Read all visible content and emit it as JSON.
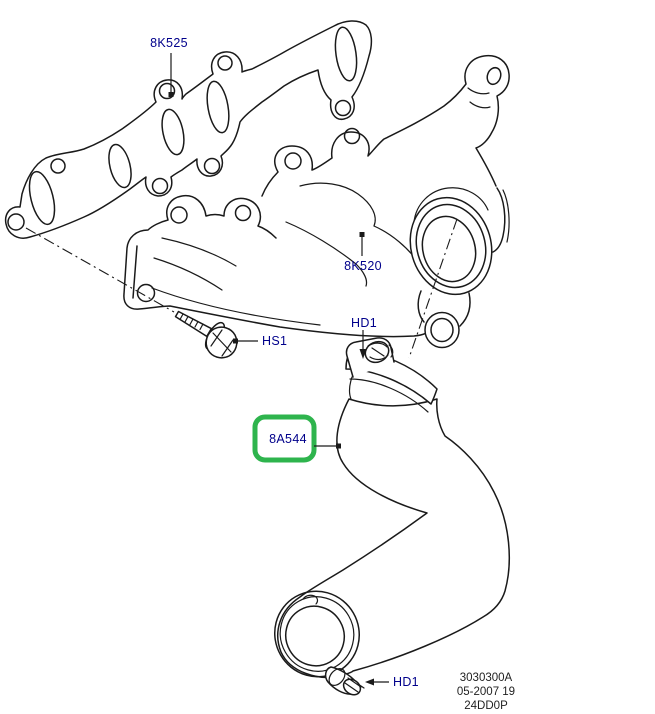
{
  "colors": {
    "background": "#FFFFFF",
    "line": "#1A1A1A",
    "label": "#00008B",
    "highlight": "#2EB44D"
  },
  "callouts": {
    "gasket": "8K525",
    "manifold": "8K520",
    "bolt": "HS1",
    "hose_clamp_upper": "HD1",
    "hose": "8A544",
    "hose_clamp_lower": "HD1"
  },
  "stamp": {
    "drawing_number": "3030300A",
    "date_code": "05-2007 19",
    "sheet_code": "24DD0P"
  }
}
